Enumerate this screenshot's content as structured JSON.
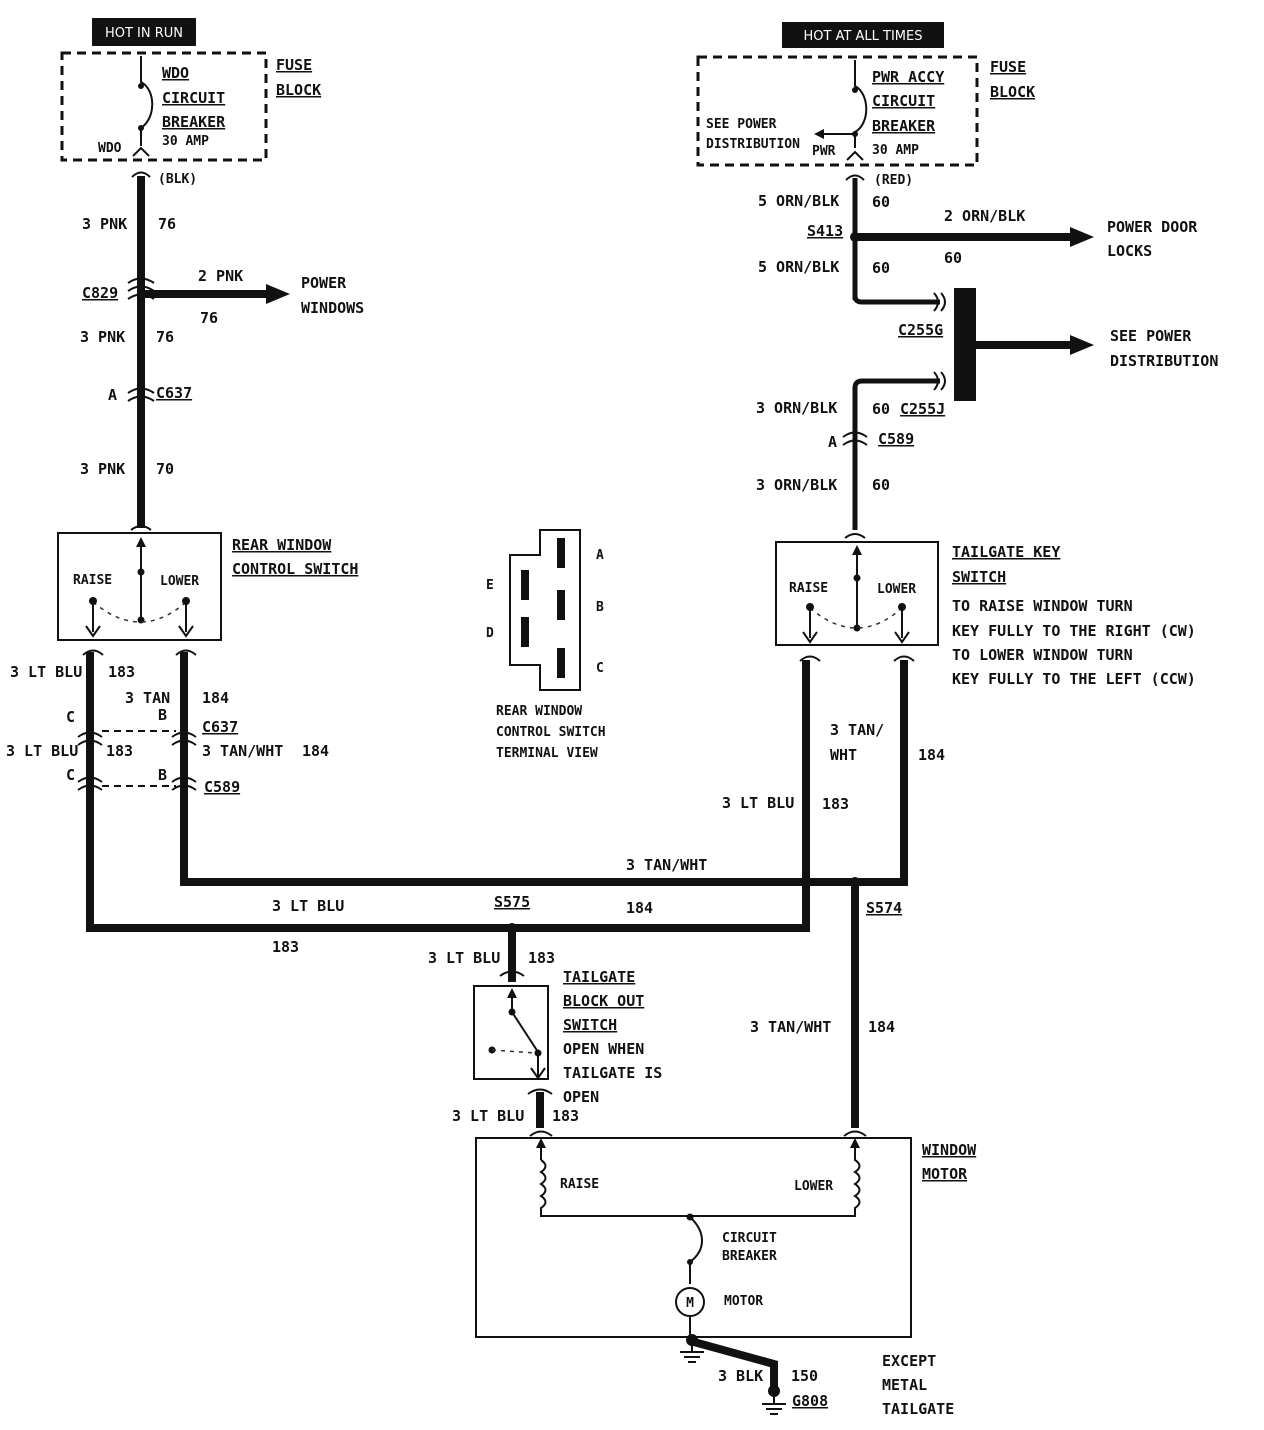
{
  "top_left": {
    "badge": "HOT IN RUN",
    "breaker": [
      "WDO",
      "CIRCUIT",
      "BREAKER"
    ],
    "amp": "30 AMP",
    "terminal": "WDO",
    "fuse_block": [
      "FUSE",
      "BLOCK"
    ],
    "wire_color": "(BLK)"
  },
  "top_right": {
    "badge": "HOT AT ALL TIMES",
    "breaker": [
      "PWR ACCY",
      "CIRCUIT",
      "BREAKER"
    ],
    "amp": "30 AMP",
    "terminal": "PWR",
    "see": [
      "SEE POWER",
      "DISTRIBUTION"
    ],
    "fuse_block": [
      "FUSE",
      "BLOCK"
    ],
    "wire_color": "(RED)"
  },
  "left_circuit": {
    "w1_gauge": "3 PNK",
    "w1_num": "76",
    "c829": "C829",
    "branch_gauge": "2 PNK",
    "branch_num": "76",
    "power_windows": [
      "POWER",
      "WINDOWS"
    ],
    "w2_gauge": "3 PNK",
    "w2_num": "76",
    "pin_a": "A",
    "c637": "C637",
    "w3_gauge": "3 PNK",
    "w3_num": "70"
  },
  "rear_switch": {
    "title": [
      "REAR WINDOW",
      "CONTROL SWITCH"
    ],
    "raise": "RAISE",
    "lower": "LOWER"
  },
  "rear_switch_lower": {
    "blu_gauge": "3 LT BLU",
    "blu_num": "183",
    "tan_gauge": "3 TAN",
    "tan_num": "184",
    "pin_c1": "C",
    "pin_b1": "B",
    "c637": "C637",
    "blu2_gauge": "3 LT BLU",
    "blu2_num": "183",
    "tanwht_gauge": "3 TAN/WHT",
    "tanwht_num": "184",
    "pin_c2": "C",
    "pin_b2": "B",
    "c589": "C589"
  },
  "terminal_view": {
    "pins": [
      "A",
      "B",
      "C",
      "D",
      "E"
    ],
    "caption": [
      "REAR WINDOW",
      "CONTROL SWITCH",
      "TERMINAL VIEW"
    ]
  },
  "right_circuit": {
    "w1_gauge": "5 ORN/BLK",
    "w1_num": "60",
    "s413": "S413",
    "branch_gauge": "2 ORN/BLK",
    "branch_num": "60",
    "door_locks": [
      "POWER DOOR",
      "LOCKS"
    ],
    "w2_gauge": "5 ORN/BLK",
    "w2_num": "60",
    "c255g": "C255G",
    "see": [
      "SEE POWER",
      "DISTRIBUTION"
    ],
    "w3_gauge": "3 ORN/BLK",
    "w3_num": "60",
    "c255j": "C255J",
    "pin_a": "A",
    "c589": "C589",
    "w4_gauge": "3 ORN/BLK",
    "w4_num": "60"
  },
  "key_switch": {
    "title": [
      "TAILGATE KEY",
      "SWITCH"
    ],
    "raise": "RAISE",
    "lower": "LOWER",
    "note": [
      "TO RAISE WINDOW TURN",
      "KEY FULLY TO THE RIGHT (CW)",
      "TO LOWER WINDOW TURN",
      "KEY FULLY TO THE LEFT (CCW)"
    ],
    "tanwht_gauge": [
      "3 TAN/",
      "WHT"
    ],
    "tanwht_num": "184",
    "blu_gauge": "3 LT BLU",
    "blu_num": "183"
  },
  "bus": {
    "tanwht_gauge": "3 TAN/WHT",
    "tanwht_num": "184",
    "blu_gauge": "3 LT BLU",
    "blu_num": "183",
    "s575": "S575",
    "s574": "S574"
  },
  "blockout": {
    "in_gauge": "3 LT BLU",
    "in_num": "183",
    "title": [
      "TAILGATE",
      "BLOCK OUT",
      "SWITCH"
    ],
    "note": [
      "OPEN WHEN",
      "TAILGATE IS",
      "OPEN"
    ],
    "out_gauge": "3 LT BLU",
    "out_num": "183"
  },
  "motor_feed": {
    "gauge": "3 TAN/WHT",
    "num": "184"
  },
  "motor": {
    "title": [
      "WINDOW",
      "MOTOR"
    ],
    "raise": "RAISE",
    "lower": "LOWER",
    "breaker": [
      "CIRCUIT",
      "BREAKER"
    ],
    "m": "M",
    "motor_label": "MOTOR"
  },
  "ground": {
    "gauge": "3 BLK",
    "num": "150",
    "g808": "G808",
    "note": [
      "EXCEPT",
      "METAL",
      "TAILGATE"
    ]
  }
}
